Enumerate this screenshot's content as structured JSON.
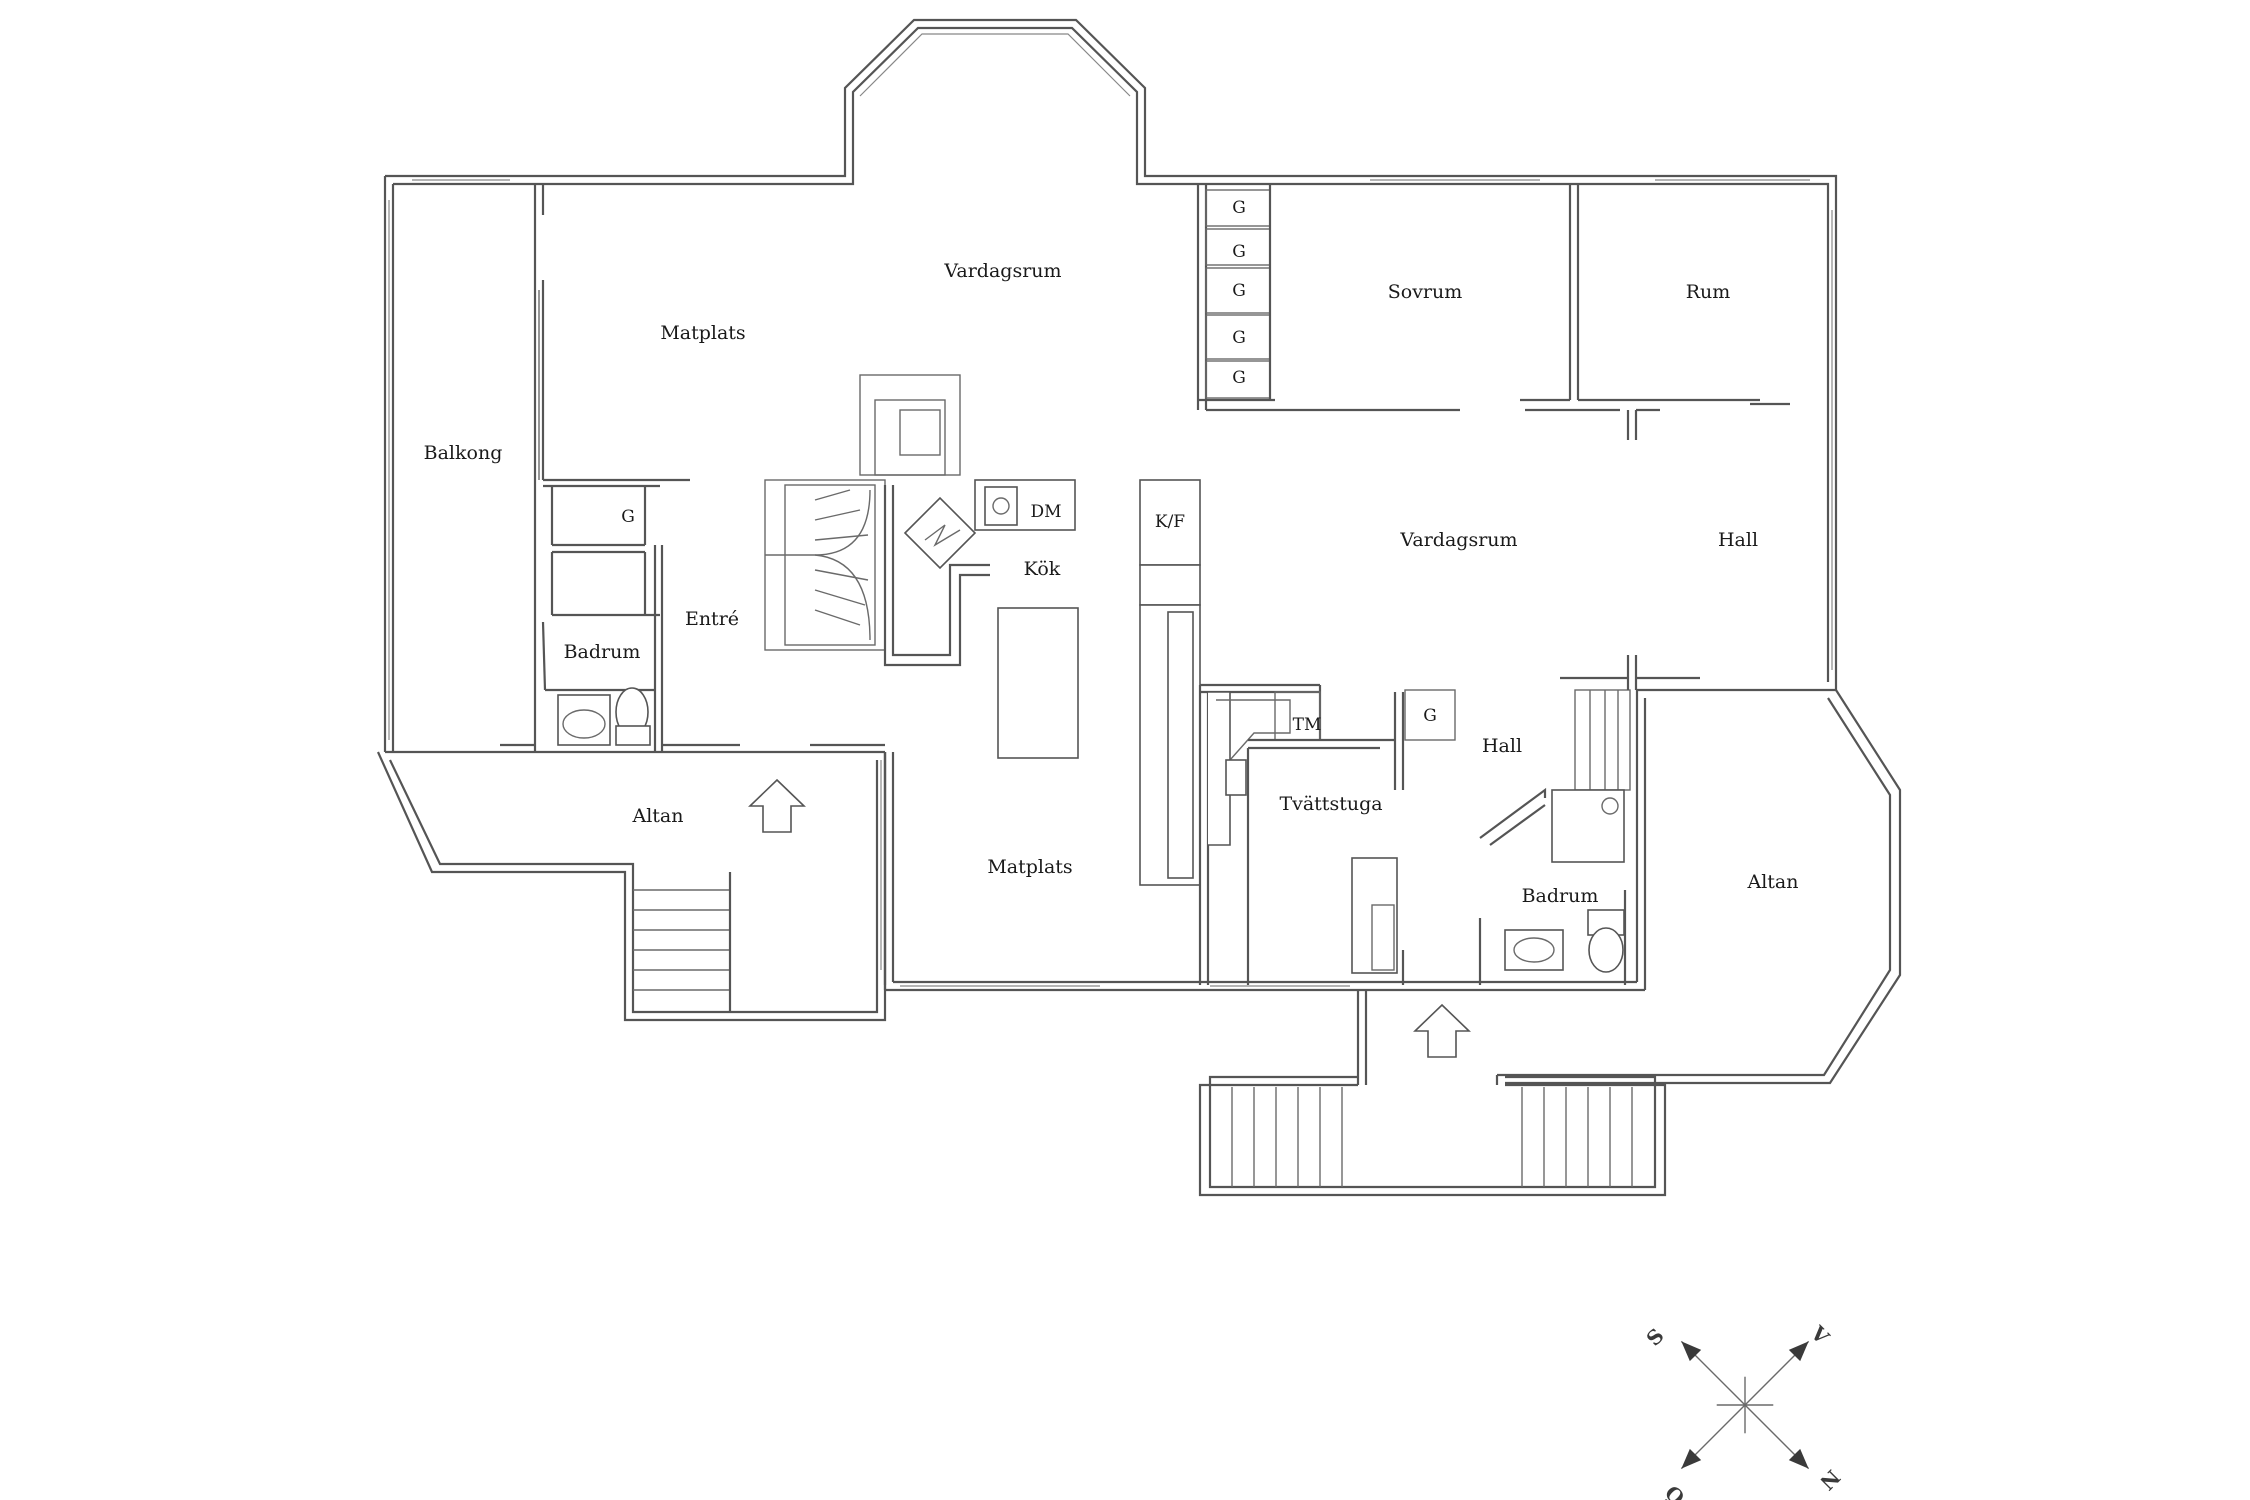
{
  "floorplan": {
    "rooms": {
      "vardagsrum_upper": "Vardagsrum",
      "matplats_upper": "Matplats",
      "balkong": "Balkong",
      "entre": "Entré",
      "badrum_left": "Badrum",
      "altan_left": "Altan",
      "kok": "Kök",
      "matplats_lower": "Matplats",
      "sovrum": "Sovrum",
      "rum": "Rum",
      "vardagsrum_mid": "Vardagsrum",
      "hall_right": "Hall",
      "hall_mid": "Hall",
      "tvattstuga": "Tvättstuga",
      "badrum_right": "Badrum",
      "altan_right": "Altan"
    },
    "fixtures": {
      "wardrobe": "G",
      "dishwasher": "DM",
      "fridge_freezer": "K/F",
      "dryer": "TM"
    }
  },
  "compass": {
    "north": "N",
    "south": "S",
    "east": "Ö",
    "west": "V"
  }
}
